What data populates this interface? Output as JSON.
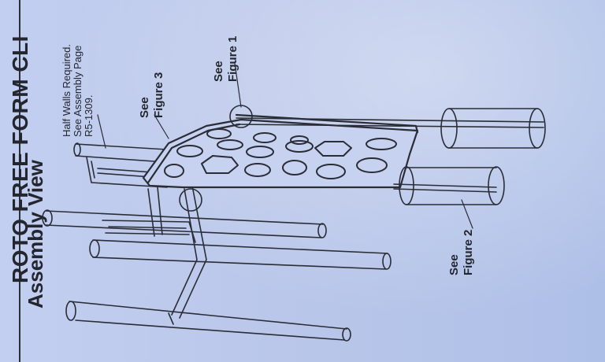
{
  "document": {
    "title_partial": "ROTO FREE FORM CLI",
    "heading": "Assembly View",
    "note_lines": [
      "Half Walls Required.",
      "See Assembly Page",
      "R5-1309."
    ],
    "callouts": {
      "figure1": [
        "See",
        "Figure 1"
      ],
      "figure2": [
        "See",
        "Figure 2"
      ],
      "figure3": [
        "See",
        "Figure 3"
      ]
    }
  },
  "colors": {
    "paper": "#bac7ea",
    "ink": "#23262f"
  }
}
